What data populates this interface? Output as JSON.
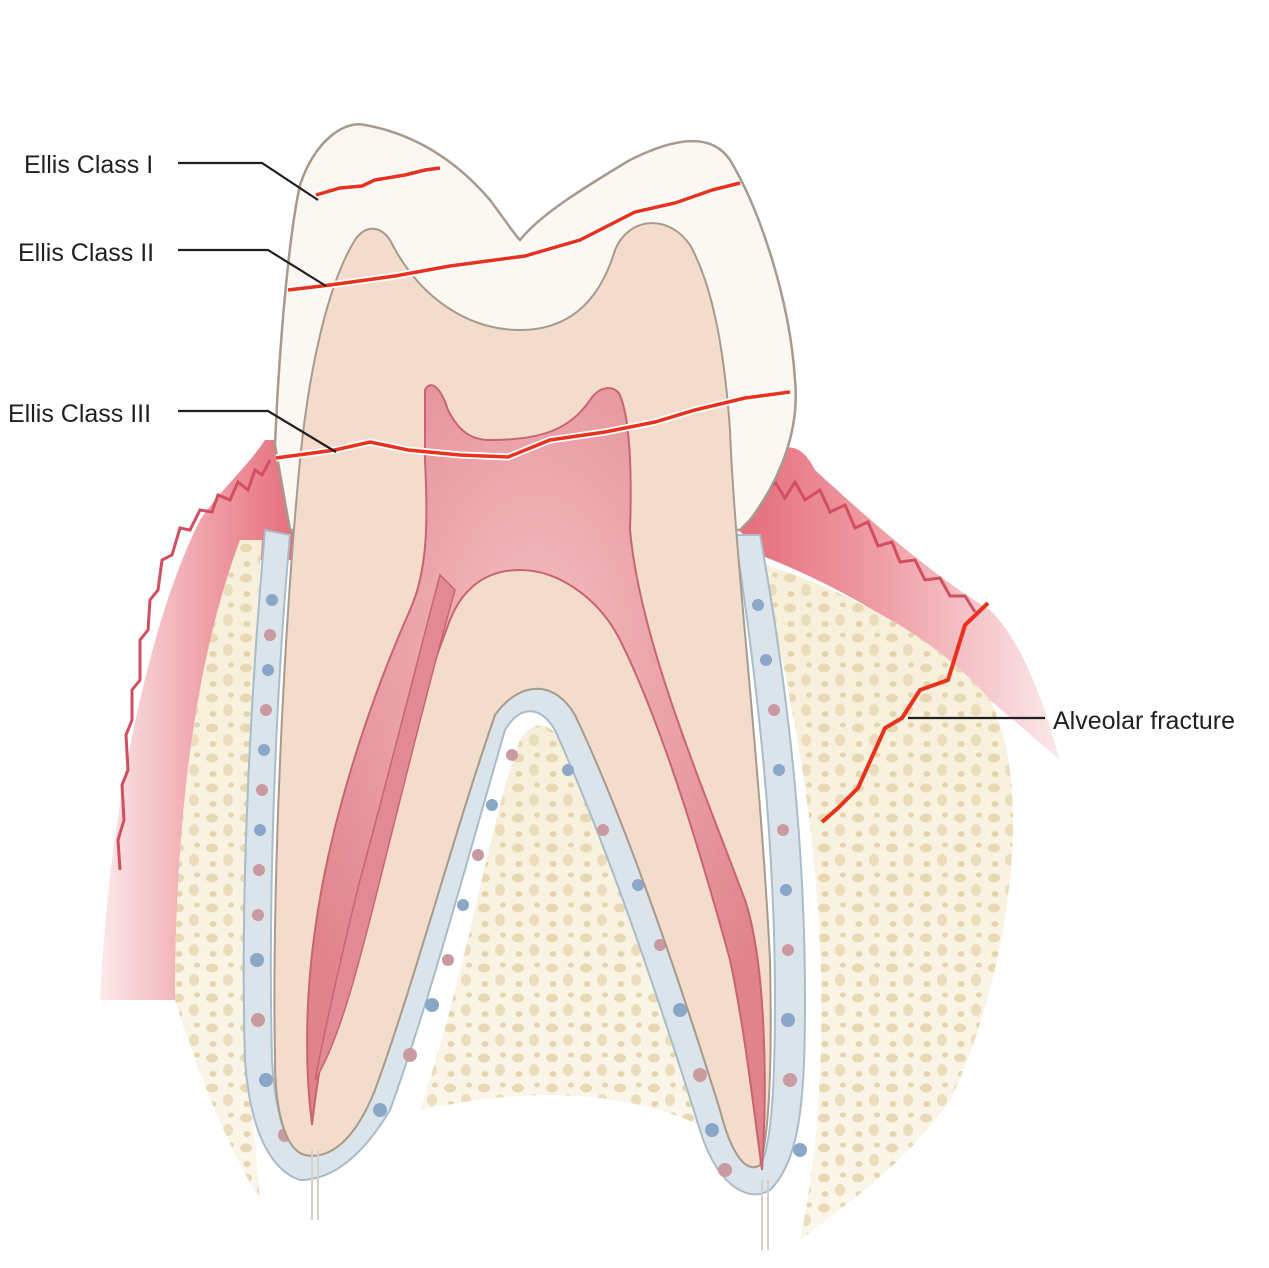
{
  "labels": {
    "ellis_class_1": "Ellis Class I",
    "ellis_class_2": "Ellis Class II",
    "ellis_class_3": "Ellis Class III",
    "alveolar_fracture": "Alveolar fracture"
  },
  "colors": {
    "fracture_line": "#e8321e",
    "enamel": "#fbf8f4",
    "dentin": "#f3dccb",
    "pulp": "#e8909a",
    "pulp_center": "#f2b5b8",
    "gingiva": "#e0707c",
    "bone": "#f5ecd5",
    "bone_pore": "#e6d7b4",
    "ligament": "#cfdde6",
    "leader_line": "#231f20"
  }
}
